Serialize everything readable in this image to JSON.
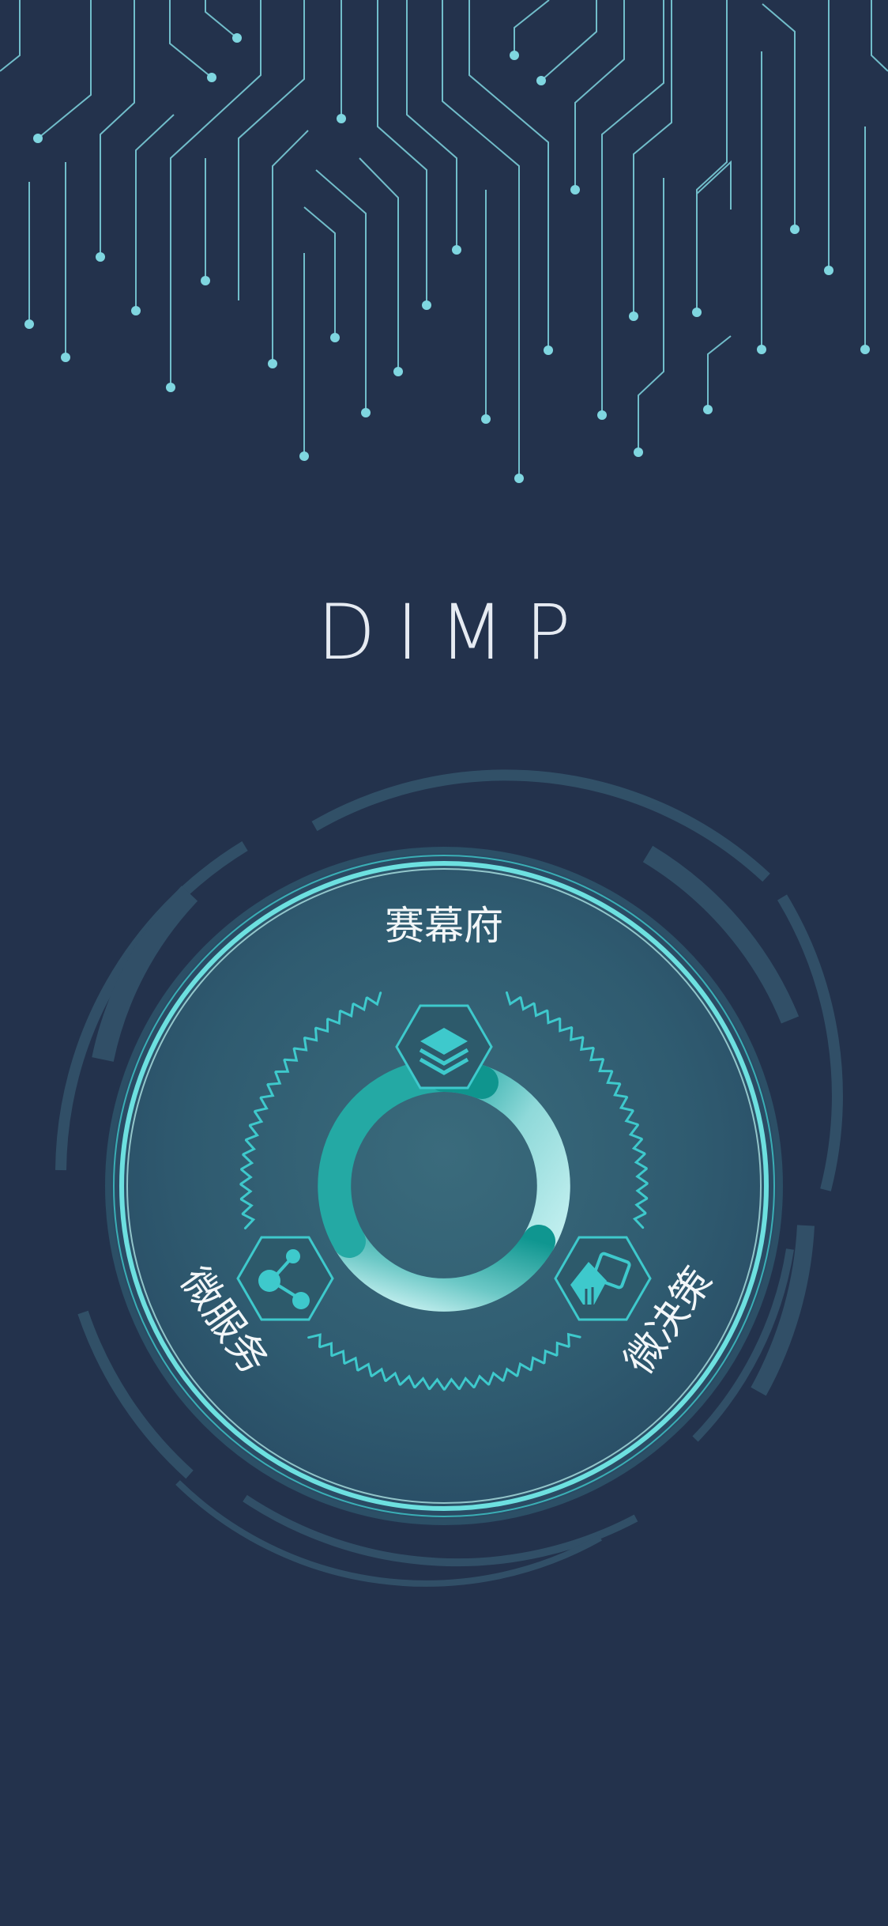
{
  "app": {
    "title": "DIMP"
  },
  "modules": [
    {
      "label": "赛幕府",
      "icon": "layers-stack-icon"
    },
    {
      "label": "微服务",
      "icon": "share-nodes-icon"
    },
    {
      "label": "微决策",
      "icon": "hand-card-icon"
    }
  ],
  "theme": {
    "background": "#23324c",
    "accent": "#3ec9cc",
    "circuit_line": "#7fd6e0",
    "dial_fill": "#2f5a6e"
  }
}
